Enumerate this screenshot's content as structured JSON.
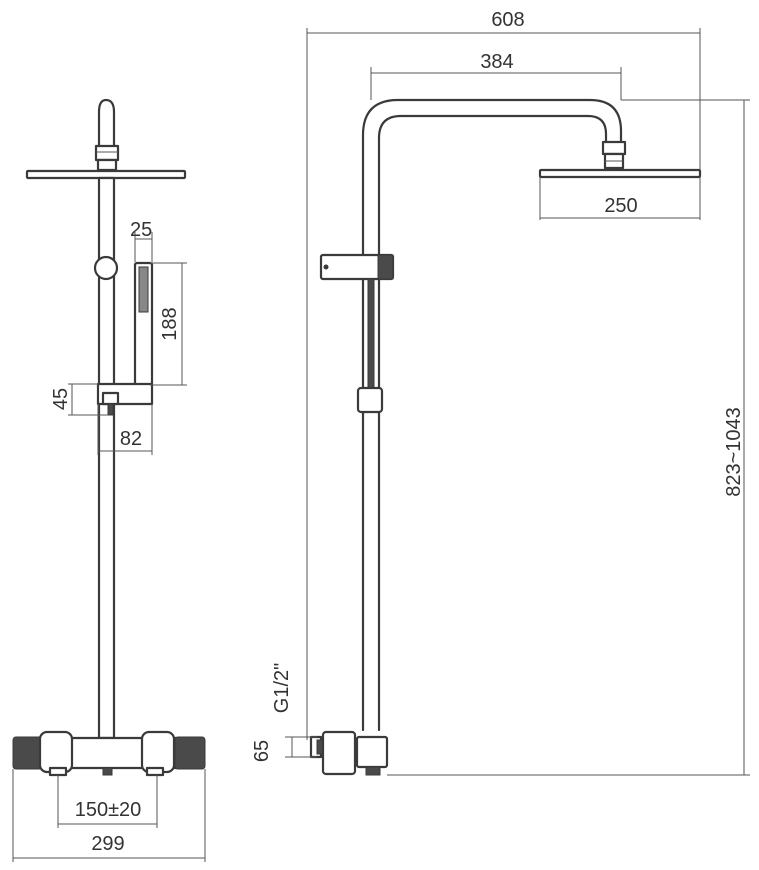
{
  "dimensions": {
    "overall_width": "608",
    "arm_length": "384",
    "head_diameter": "250",
    "height_range": "823~1043",
    "inlet_thread": "G1/2\"",
    "inlet_height": "65",
    "hand_shower_width": "25",
    "hand_shower_length": "188",
    "holder_height": "45",
    "holder_depth": "82",
    "inlet_spacing": "150±20",
    "mixer_width": "299"
  },
  "colors": {
    "line": "#3a3a3a",
    "dimension_line": "#555555",
    "background": "#ffffff"
  }
}
